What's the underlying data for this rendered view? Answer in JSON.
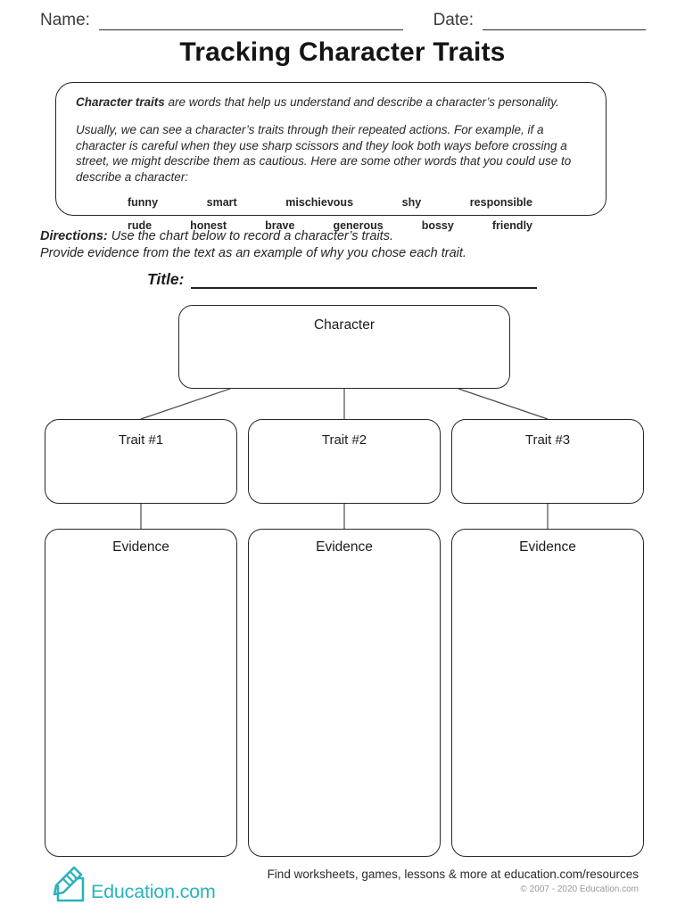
{
  "header": {
    "name_label": "Name:",
    "date_label": "Date:"
  },
  "page_title": "Tracking Character Traits",
  "info_box": {
    "intro_bold": "Character traits",
    "intro_rest": " are words that help us understand and describe a character’s personality.",
    "body": "Usually, we can see a character’s traits through their repeated actions. For example, if a character is careful when they use sharp scissors and they look both ways before crossing a street, we might describe them as cautious. Here are some other words that you could use to describe a character:",
    "words_row1": [
      "funny",
      "smart",
      "mischievous",
      "shy",
      "responsible"
    ],
    "words_row2": [
      "rude",
      "honest",
      "brave",
      "generous",
      "bossy",
      "friendly"
    ]
  },
  "directions": {
    "label": "Directions:",
    "line1": " Use the chart below to record a character’s traits.",
    "line2": "Provide evidence from the text as an example of why you chose each trait."
  },
  "title_field": {
    "label": "Title:"
  },
  "chart": {
    "character_label": "Character",
    "traits": [
      "Trait #1",
      "Trait #2",
      "Trait #3"
    ],
    "evidence_labels": [
      "Evidence",
      "Evidence",
      "Evidence"
    ]
  },
  "footer": {
    "brand": "Education.com",
    "find_text": "Find worksheets, games, lessons & more at education.com/resources",
    "copyright": "© 2007 - 2020 Education.com",
    "brand_color": "#2ab3bc"
  }
}
